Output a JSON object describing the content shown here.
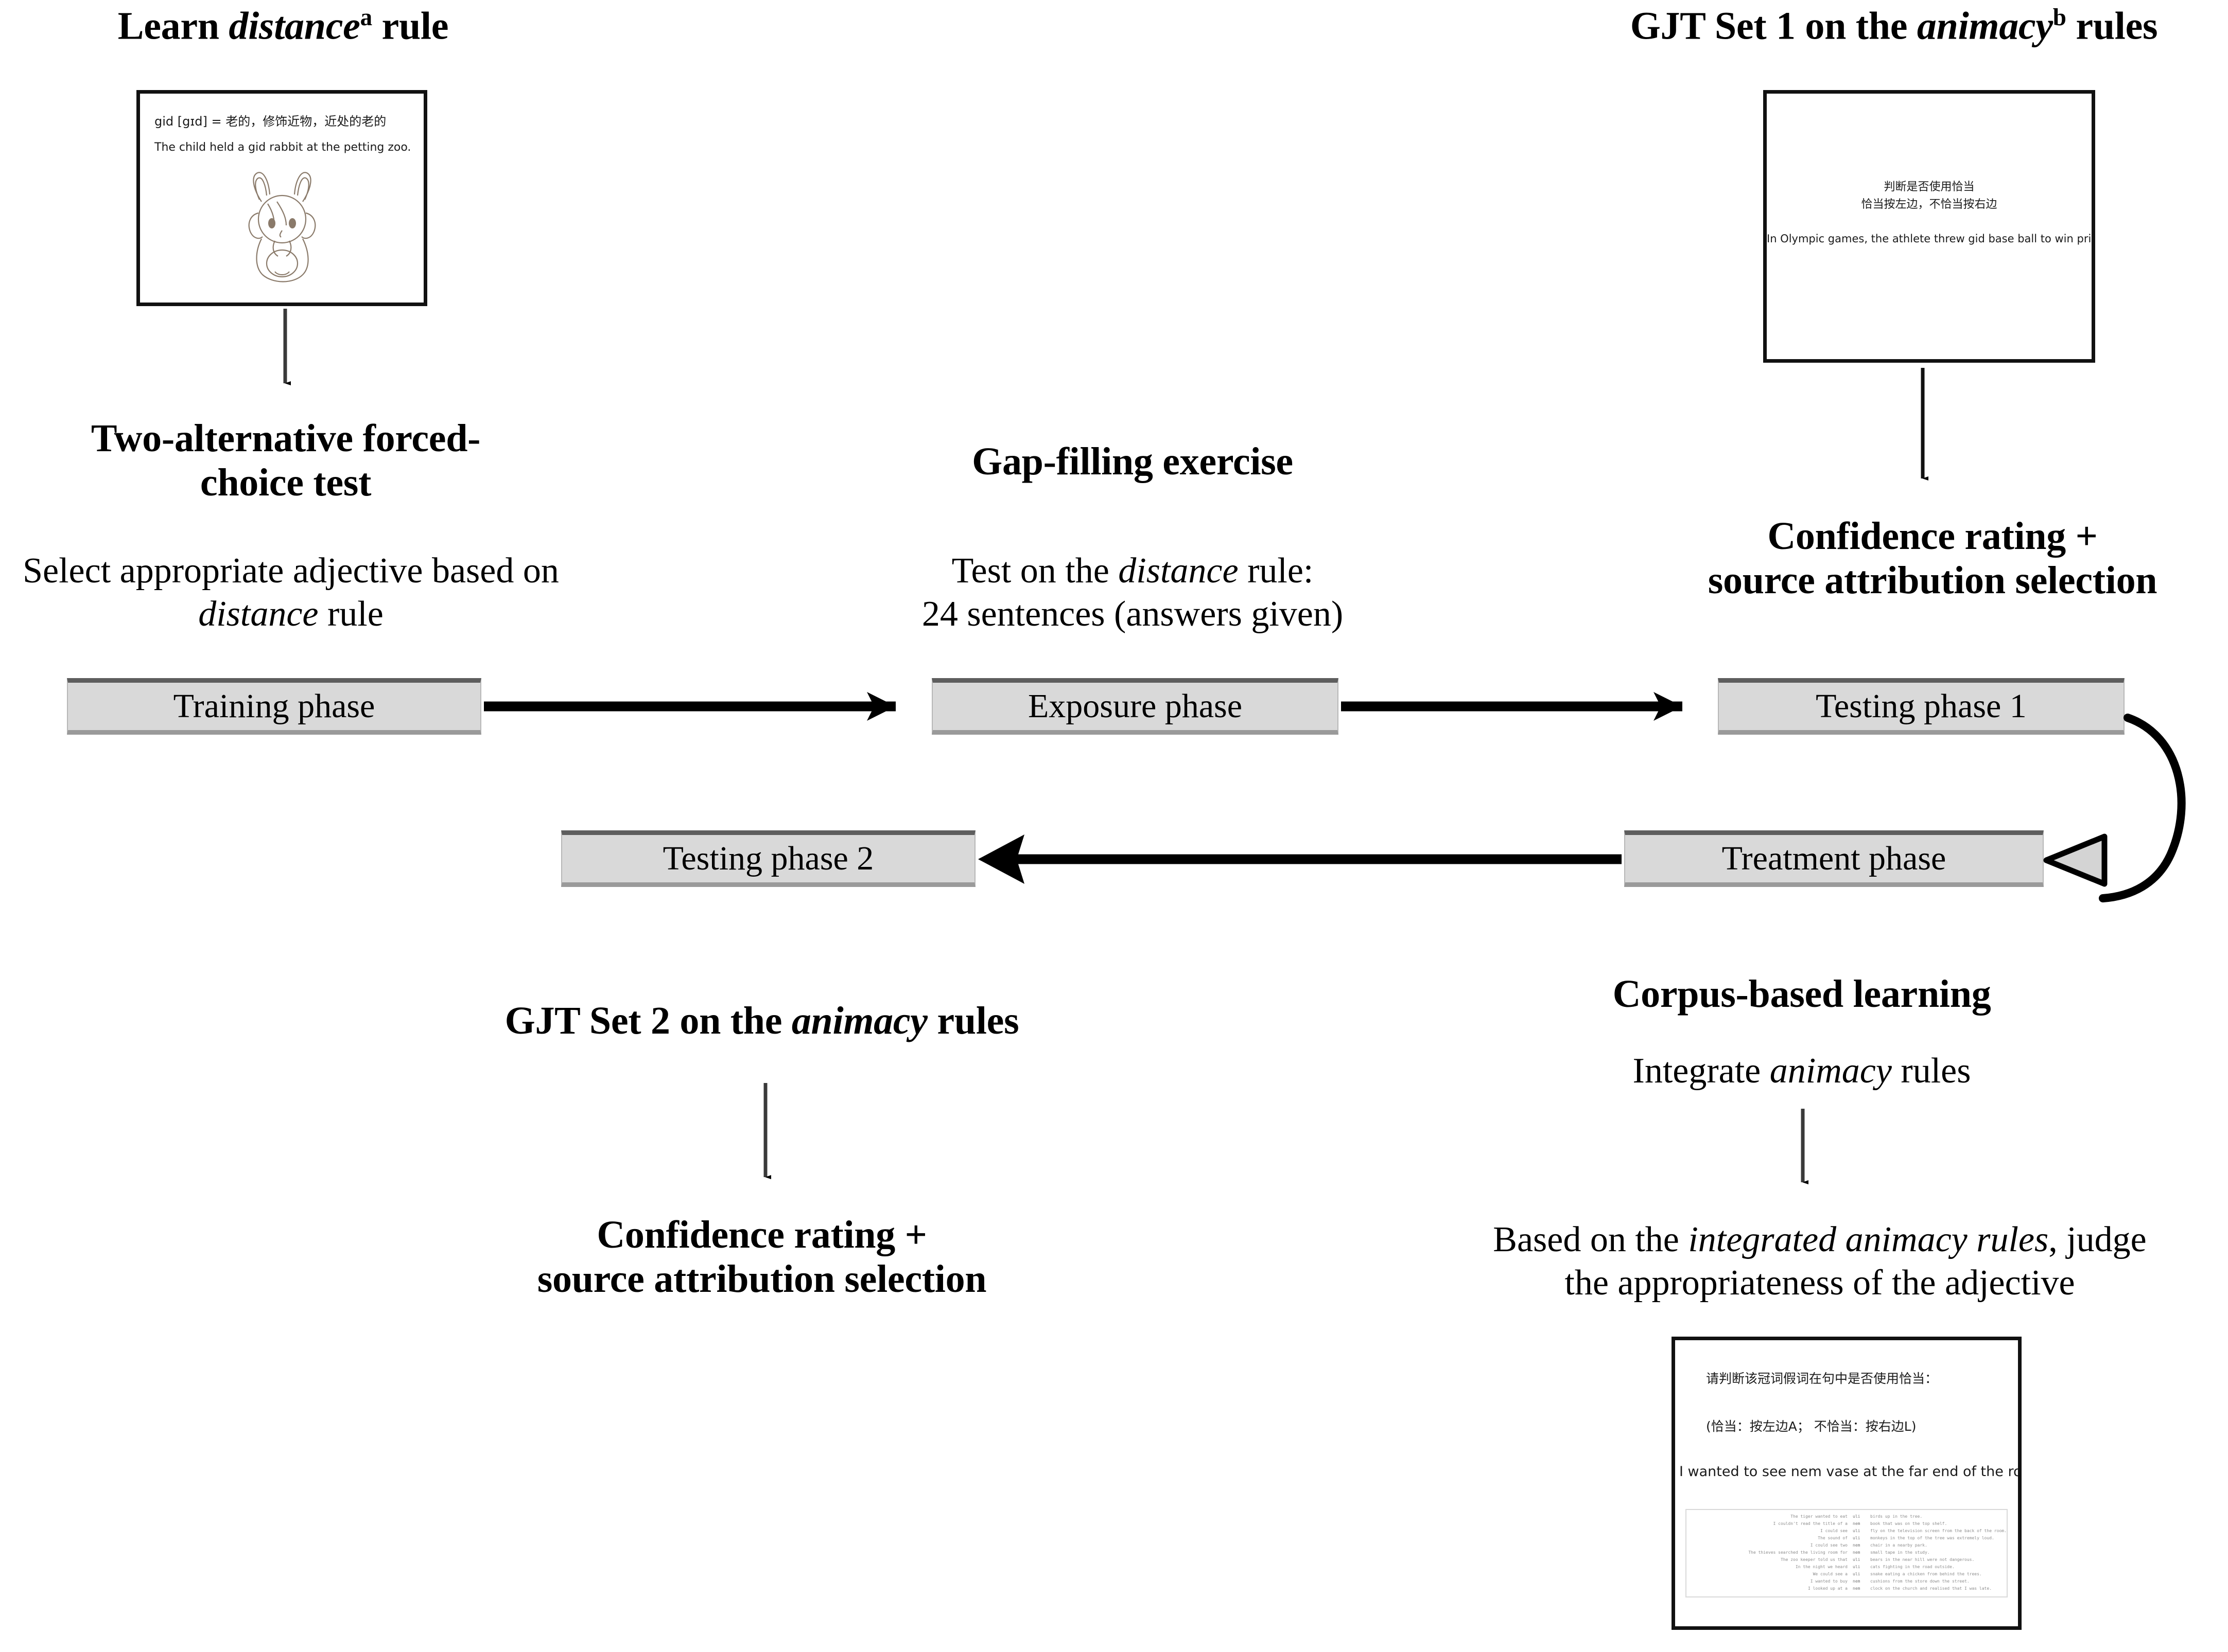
{
  "headings": {
    "learn_rule": {
      "pre": "Learn ",
      "em": "distance",
      "sup": "a",
      "post": " rule"
    },
    "gjt_set1": {
      "pre": "GJT Set 1 on the ",
      "em": "animacy",
      "sup": "b",
      "post": " rules"
    },
    "two_afc": {
      "line1": "Two-alternative forced-",
      "line2": "choice test"
    },
    "gap_filling": "Gap-filling exercise",
    "confidence_right": {
      "line1": "Confidence rating +",
      "line2": "source attribution selection"
    },
    "gjt_set2": {
      "pre": "GJT Set 2 on the ",
      "em": "animacy",
      "post": " rules"
    },
    "confidence_bottom": {
      "line1": "Confidence rating +",
      "line2": "source attribution selection"
    },
    "corpus_learning": "Corpus-based learning"
  },
  "descriptions": {
    "two_afc_desc": {
      "pre": "Select appropriate adjective based on ",
      "em": "distance",
      "post": " rule"
    },
    "gap_filling_desc": {
      "line1_pre": "Test on the ",
      "line1_em": "distance",
      "line1_post": " rule:",
      "line2": "24 sentences (answers given)"
    },
    "integrate_rules": {
      "pre": "Integrate ",
      "em": "animacy",
      "post": " rules"
    },
    "judge_desc": {
      "line1_pre": "Based on the ",
      "line1_em": "integrated animacy rules",
      "line1_post": ", judge",
      "line2": "the appropriateness of the adjective"
    }
  },
  "boxes": {
    "training": "Training phase",
    "exposure": "Exposure phase",
    "testing1": "Testing phase 1",
    "testing2": "Testing phase 2",
    "treatment": "Treatment phase"
  },
  "screenshots": {
    "learn_panel": {
      "gloss": "gid [gɪd] = 老的，修饰近物，近处的老的",
      "example": "The child held a gid rabbit at the petting zoo."
    },
    "gjt1_panel": {
      "instruction_line1": "判断是否使用恰当",
      "instruction_line2": "恰当按左边，不恰当按右边",
      "sentence": "In Olympic games, the athlete threw gid base ball to win prizes."
    },
    "corpus_panel": {
      "instruction_line1": "请判断该冠词假词在句中是否使用恰当：",
      "instruction_line2": "(恰当：按左边A；    不恰当：按右边L)",
      "sentence": "I wanted to see nem vase at the far end of the room.",
      "concordance": [
        {
          "left": "The tiger wanted to eat",
          "key": "uli",
          "right": "birds up in the tree."
        },
        {
          "left": "I couldn't read the title of a",
          "key": "nem",
          "right": "book that was on the top shelf."
        },
        {
          "left": "I could see",
          "key": "uli",
          "right": "fly on the television screen from the back of the room."
        },
        {
          "left": "The sound of",
          "key": "uli",
          "right": "monkeys in the top of the tree was extremely loud."
        },
        {
          "left": "I could see two",
          "key": "nem",
          "right": "chair in a nearby park."
        },
        {
          "left": "The thieves searched the living room for",
          "key": "nem",
          "right": "small tape in the study."
        },
        {
          "left": "The zoo keeper told us that",
          "key": "uli",
          "right": "bears in the near hill were not dangerous."
        },
        {
          "left": "In the night we heard",
          "key": "uli",
          "right": "cats fighting in the road outside."
        },
        {
          "left": "We could see a",
          "key": "uli",
          "right": "snake eating a chicken from behind the trees."
        },
        {
          "left": "I wanted to buy",
          "key": "nem",
          "right": "cushions from the store down the street."
        },
        {
          "left": "I looked up at a",
          "key": "nem",
          "right": "clock on the church and realised that I was late."
        }
      ]
    }
  },
  "icons": {
    "down_arrow": "down-arrow",
    "right_arrow": "right-arrow",
    "left_arrow": "left-arrow",
    "curved_loop_arrow": "curved-loop-arrow",
    "rabbit_illustration": "rabbit-illustration"
  },
  "colors": {
    "box_fill": "#d9d9d9",
    "box_border_top": "#5e5e5e",
    "box_border_bottom": "#9a9a9a",
    "arrow": "#000000",
    "panel_border": "#111111"
  }
}
